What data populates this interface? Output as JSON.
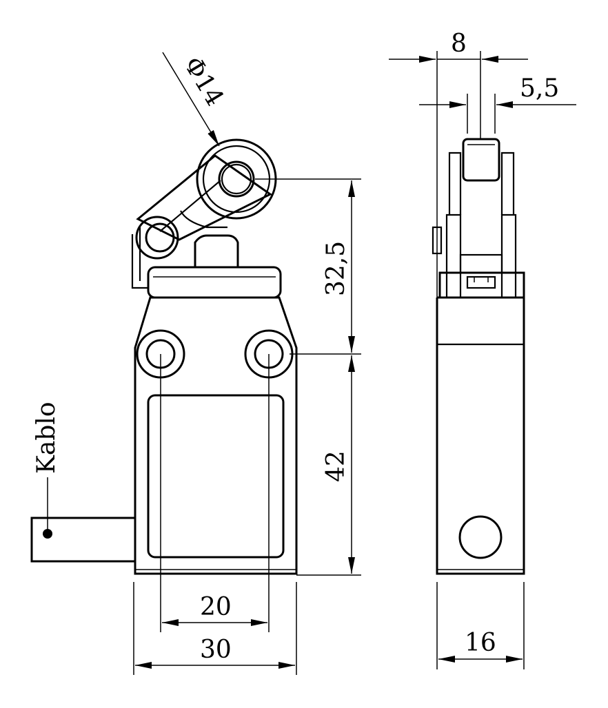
{
  "dimensions": {
    "roller_diameter": "Φ14",
    "height_upper": "32,5",
    "height_lower": "42",
    "hole_spacing": "20",
    "body_width": "30",
    "side_top_width": "8",
    "side_roller_width": "5,5",
    "side_body_depth": "16"
  },
  "labels": {
    "cable": "Kablo"
  }
}
